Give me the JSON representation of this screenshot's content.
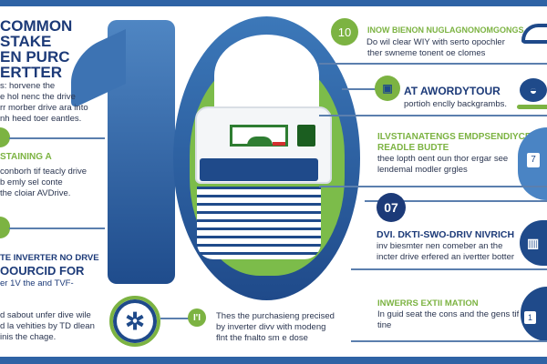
{
  "left": {
    "title": [
      "COMMON",
      "STAKE",
      "EN PURC",
      "ERTTER"
    ],
    "intro": [
      "s: horvene the",
      "e hol nenc the drive",
      "rr morber drive ara into",
      "nh heed toer eantles."
    ],
    "s2_heading": "STAINING A",
    "s2_body": [
      "conborh tif teacly drive",
      "b emly sel conte",
      "the cloiar AVDrive."
    ],
    "s3_heading": [
      "TE INVERTER NO DRVE",
      "OOURCID FOR",
      "er 1V the and TVF-"
    ],
    "s3_body": [
      "d sabout unfer dive wile",
      "d la vehities by TD dlean",
      "inis the chage."
    ]
  },
  "right": [
    {
      "badge": "10",
      "heading": "INOW BIENON NUGLAGNONOMGONGS",
      "body": [
        "Do wil clear WIY with serto opochler",
        "ther swneme tonent oe clomes"
      ]
    },
    {
      "heading": "AT AWORDYTOUR",
      "body": [
        "portioh enclly backgrambs."
      ]
    },
    {
      "heading": [
        "ILVSTIANATENGS EMDPSENDIYCE",
        "READLE BUDTE"
      ],
      "body": [
        "thee lopth oent oun thor ergar see",
        "lendemal modler grgles"
      ],
      "icon_num": "7"
    },
    {
      "badge": "07",
      "heading": "DVI. DKTI-SWO-DRIV NIVRICH",
      "body": [
        "inv biesmter nen comeber an the",
        "incter drive erfered an ivertter botter"
      ]
    },
    {
      "heading": "INWERRS EXTII MATION",
      "body": [
        "In guid seat the cons and the gens tif",
        "tine"
      ],
      "icon_num": "1"
    }
  ],
  "bottom": {
    "badge": "I'I",
    "body": [
      "Thes the purchasieng precised",
      "by inverter divv with modeng",
      "flnt the fnalto sm e dose"
    ]
  },
  "colors": {
    "navy": "#1c3a78",
    "blue": "#2f63a5",
    "green": "#7cb342"
  }
}
